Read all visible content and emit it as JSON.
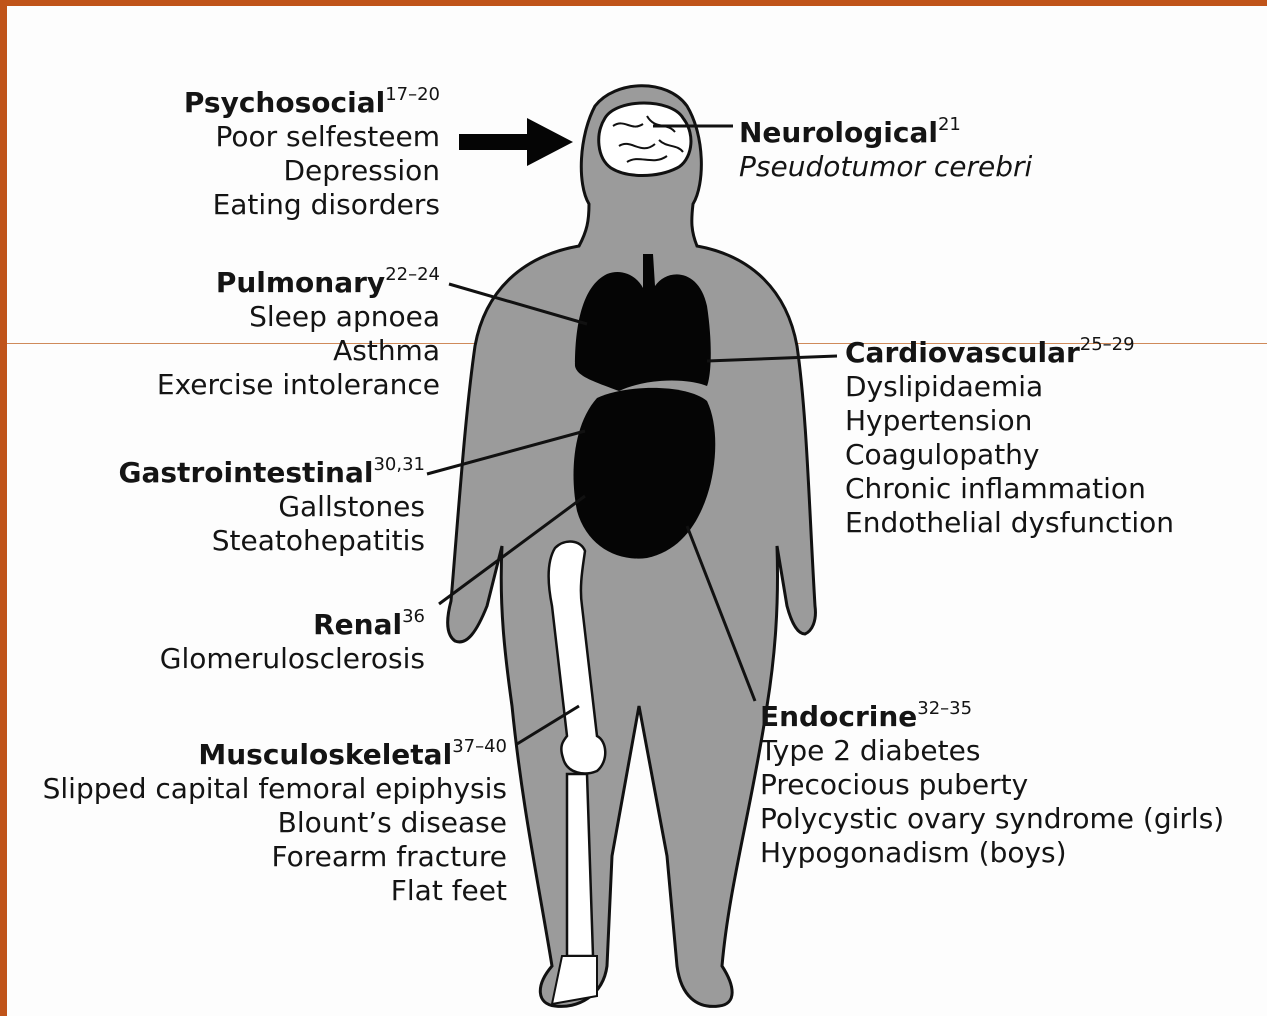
{
  "colors": {
    "slide_background": "#c0541a",
    "figure_background": "#fdfdfd",
    "body_fill": "#9b9b9b",
    "organ_fill": "#050505",
    "text": "#141414"
  },
  "groups": {
    "psychosocial": {
      "title": "Psychosocial",
      "refs": "17–20",
      "items": [
        "Poor selfesteem",
        "Depression",
        "Eating disorders"
      ]
    },
    "neurological": {
      "title": "Neurological",
      "refs": "21",
      "items": [
        "Pseudotumor cerebri"
      ]
    },
    "pulmonary": {
      "title": "Pulmonary",
      "refs": "22–24",
      "items": [
        "Sleep apnoea",
        "Asthma",
        "Exercise intolerance"
      ]
    },
    "cardiovascular": {
      "title": "Cardiovascular",
      "refs": "25–29",
      "items": [
        "Dyslipidaemia",
        "Hypertension",
        "Coagulopathy",
        "Chronic inflammation",
        "Endothelial dysfunction"
      ]
    },
    "gastrointestinal": {
      "title": "Gastrointestinal",
      "refs": "30,31",
      "items": [
        "Gallstones",
        "Steatohepatitis"
      ]
    },
    "renal": {
      "title": "Renal",
      "refs": "36",
      "items": [
        "Glomerulosclerosis"
      ]
    },
    "endocrine": {
      "title": "Endocrine",
      "refs": "32–35",
      "items": [
        "Type 2 diabetes",
        "Precocious puberty",
        "Polycystic ovary syndrome (girls)",
        "Hypogonadism (boys)"
      ]
    },
    "musculoskeletal": {
      "title": "Musculoskeletal",
      "refs": "37–40",
      "items": [
        "Slipped capital femoral epiphysis",
        "Blount’s disease",
        "Forearm fracture",
        "Flat feet"
      ]
    }
  }
}
